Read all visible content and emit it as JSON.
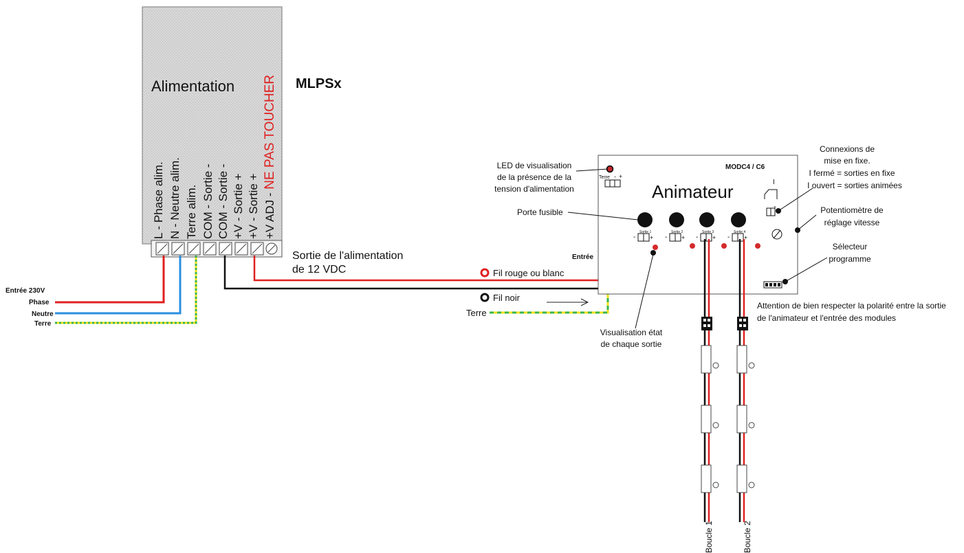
{
  "psu": {
    "title": "Alimentation",
    "model": "MLPSx",
    "warning": "NE PAS TOUCHER",
    "terminals": [
      "L - Phase alim.",
      "N - Neutre alim.",
      "Terre alim.",
      "COM - Sortie -",
      "COM - Sortie -",
      "+V - Sortie +",
      "+V - Sortie +",
      "+V ADJ -"
    ],
    "output_line1": "Sortie de l'alimentation",
    "output_line2": "de 12 VDC"
  },
  "mains": {
    "title": "Entrée 230V",
    "phase": "Phase",
    "neutre": "Neutre",
    "terre": "Terre"
  },
  "wires": {
    "red": "Fil rouge ou blanc",
    "black": "Fil noir",
    "ground": "Terre"
  },
  "animator": {
    "model": "MODC4 / C6",
    "title": "Animateur",
    "entree": "Entrée",
    "terre_label": "Terre",
    "minus": "-",
    "plus": "+",
    "outputs": [
      "Sortie 1",
      "Sortie 2",
      "Sortie 3",
      "Sortie 4"
    ]
  },
  "annotations": {
    "led_1": "LED de visualisation",
    "led_2": "de la présence de la",
    "led_3": "tension d'alimentation",
    "fuse": "Porte fusible",
    "state_1": "Visualisation état",
    "state_2": "de chaque sortie",
    "conn_1": "Connexions de",
    "conn_2": "mise en fixe.",
    "conn_3": "I fermé = sorties en fixe",
    "conn_4": "I ouvert = sorties animées",
    "jumper_symbol": "I",
    "pot_1": "Potentiomètre de",
    "pot_2": "réglage vitesse",
    "sel_1": "Sélecteur",
    "sel_2": "programme",
    "pol_1": "Attention de bien respecter la polarité entre la sortie",
    "pol_2": "de l'animateur et l'entrée des modules"
  },
  "loops": [
    "Boucle 1",
    "Boucle 2"
  ],
  "colors": {
    "red_wire": "#e02020",
    "black_wire": "#111111",
    "neutral_wire": "#2a8fe0",
    "ground_yellow": "#f2e21a",
    "ground_green": "#39b54a",
    "psu_fill": "#d6d6d6",
    "warning": "#e02020"
  }
}
